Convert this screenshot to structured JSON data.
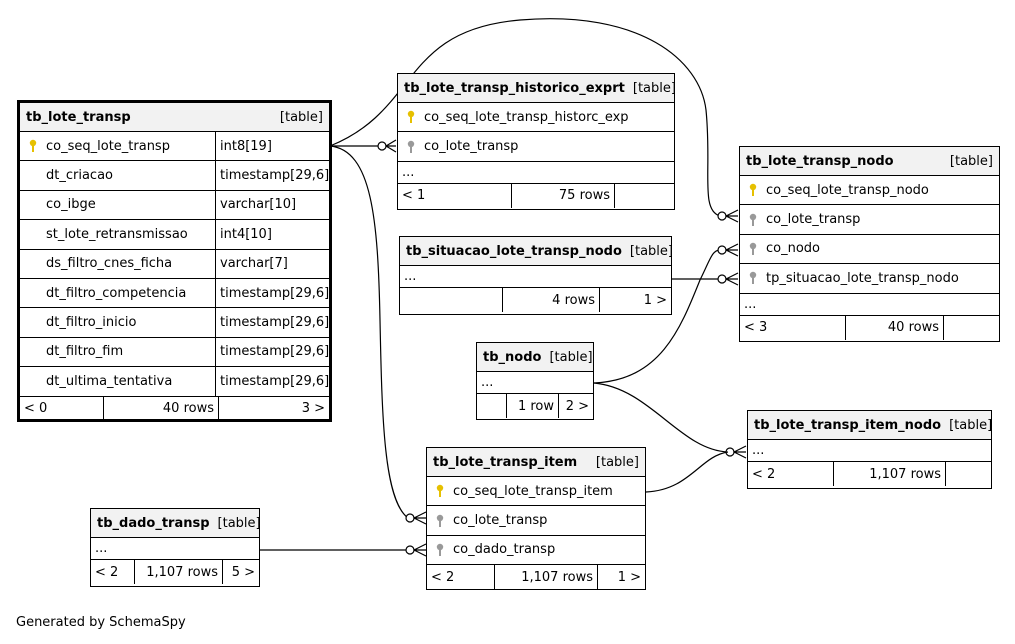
{
  "colors": {
    "primary_key": "#e6c000",
    "foreign_key": "#999999",
    "header_bg": "#f2f2f2"
  },
  "tables": {
    "lote_transp": {
      "name": "tb_lote_transp",
      "type": "[table]",
      "columns": [
        {
          "name": "co_seq_lote_transp",
          "type": "int8[19]"
        },
        {
          "name": "dt_criacao",
          "type": "timestamp[29,6]"
        },
        {
          "name": "co_ibge",
          "type": "varchar[10]"
        },
        {
          "name": "st_lote_retransmissao",
          "type": "int4[10]"
        },
        {
          "name": "ds_filtro_cnes_ficha",
          "type": "varchar[7]"
        },
        {
          "name": "dt_filtro_competencia",
          "type": "timestamp[29,6]"
        },
        {
          "name": "dt_filtro_inicio",
          "type": "timestamp[29,6]"
        },
        {
          "name": "dt_filtro_fim",
          "type": "timestamp[29,6]"
        },
        {
          "name": "dt_ultima_tentativa",
          "type": "timestamp[29,6]"
        }
      ],
      "parents": "< 0",
      "rows": "40 rows",
      "children": "3 >"
    },
    "historico": {
      "name": "tb_lote_transp_historico_exprt",
      "type": "[table]",
      "columns": [
        {
          "name": "co_seq_lote_transp_historc_exp"
        },
        {
          "name": "co_lote_transp"
        }
      ],
      "ellipsis": "...",
      "parents": "< 1",
      "rows": "75 rows",
      "children": ""
    },
    "situacao": {
      "name": "tb_situacao_lote_transp_nodo",
      "type": "[table]",
      "ellipsis": "...",
      "parents": "",
      "rows": "4 rows",
      "children": "1 >"
    },
    "nodo_tbl": {
      "name": "tb_nodo",
      "type": "[table]",
      "ellipsis": "...",
      "parents": "",
      "rows": "1 row",
      "children": "2 >"
    },
    "lote_nodo": {
      "name": "tb_lote_transp_nodo",
      "type": "[table]",
      "columns": [
        {
          "name": "co_seq_lote_transp_nodo"
        },
        {
          "name": "co_lote_transp"
        },
        {
          "name": "co_nodo"
        },
        {
          "name": "tp_situacao_lote_transp_nodo"
        }
      ],
      "ellipsis": "...",
      "parents": "< 3",
      "rows": "40 rows",
      "children": ""
    },
    "item_nodo": {
      "name": "tb_lote_transp_item_nodo",
      "type": "[table]",
      "ellipsis": "...",
      "parents": "< 2",
      "rows": "1,107 rows",
      "children": ""
    },
    "item": {
      "name": "tb_lote_transp_item",
      "type": "[table]",
      "columns": [
        {
          "name": "co_seq_lote_transp_item"
        },
        {
          "name": "co_lote_transp"
        },
        {
          "name": "co_dado_transp"
        }
      ],
      "parents": "< 2",
      "rows": "1,107 rows",
      "children": "1 >"
    },
    "dado": {
      "name": "tb_dado_transp",
      "type": "[table]",
      "ellipsis": "...",
      "parents": "< 2",
      "rows": "1,107 rows",
      "children": "5 >"
    }
  },
  "footer": {
    "generated_by": "Generated by SchemaSpy"
  }
}
